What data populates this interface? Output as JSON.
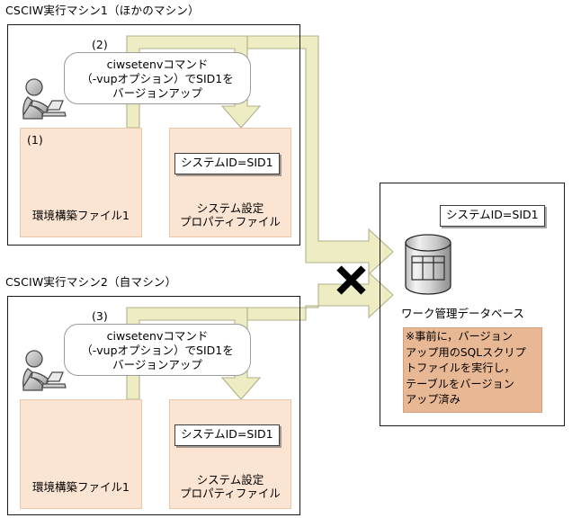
{
  "diagram": {
    "machine1": {
      "title": "CSCIW実行マシン1（ほかのマシン）",
      "step_label_1": "(1)",
      "step_label_2": "(2)",
      "bubble_text": "ciwsetenvコマンド\n（-vupオプション）でSID1を\nバージョンアップ",
      "file_left_caption": "環境構築ファイル1",
      "file_right_caption": "システム設定\nプロパティファイル",
      "id_tag": "システムID=SID1",
      "person_icon": "person-at-laptop-icon",
      "cylinder_icon": "database-cylinder-icon"
    },
    "machine2": {
      "title": "CSCIW実行マシン2（自マシン）",
      "step_label_3": "(3)",
      "bubble_text": "ciwsetenvコマンド\n（-vupオプション）でSID1を\nバージョンアップ",
      "file_left_caption": "環境構築ファイル1",
      "file_right_caption": "システム設定\nプロパティファイル",
      "id_tag": "システムID=SID1",
      "person_icon": "person-at-laptop-icon",
      "cylinder_icon": "database-cylinder-icon"
    },
    "database": {
      "id_tag": "システムID=SID1",
      "caption": "ワーク管理データベース",
      "note": "※事前に，バージョン\nアップ用のSQLスクリプ\nトファイルを実行し，\nテーブルをバージョン\nアップ済み",
      "cylinder_icon": "work-management-database-icon"
    },
    "markers": {
      "blocked_icon": "x-cross-icon"
    },
    "colors": {
      "arrow_fill": "#eeecc2",
      "arrow_stroke": "#b3b08a",
      "file_box_fill": "#fbe4d2",
      "file_box_stroke": "#e8c7ab",
      "note_fill": "#e8b894",
      "frame_stroke": "#1a1a1a",
      "cylinder_light": "#f2f2f2",
      "cylinder_dark": "#9a9a9a"
    }
  }
}
